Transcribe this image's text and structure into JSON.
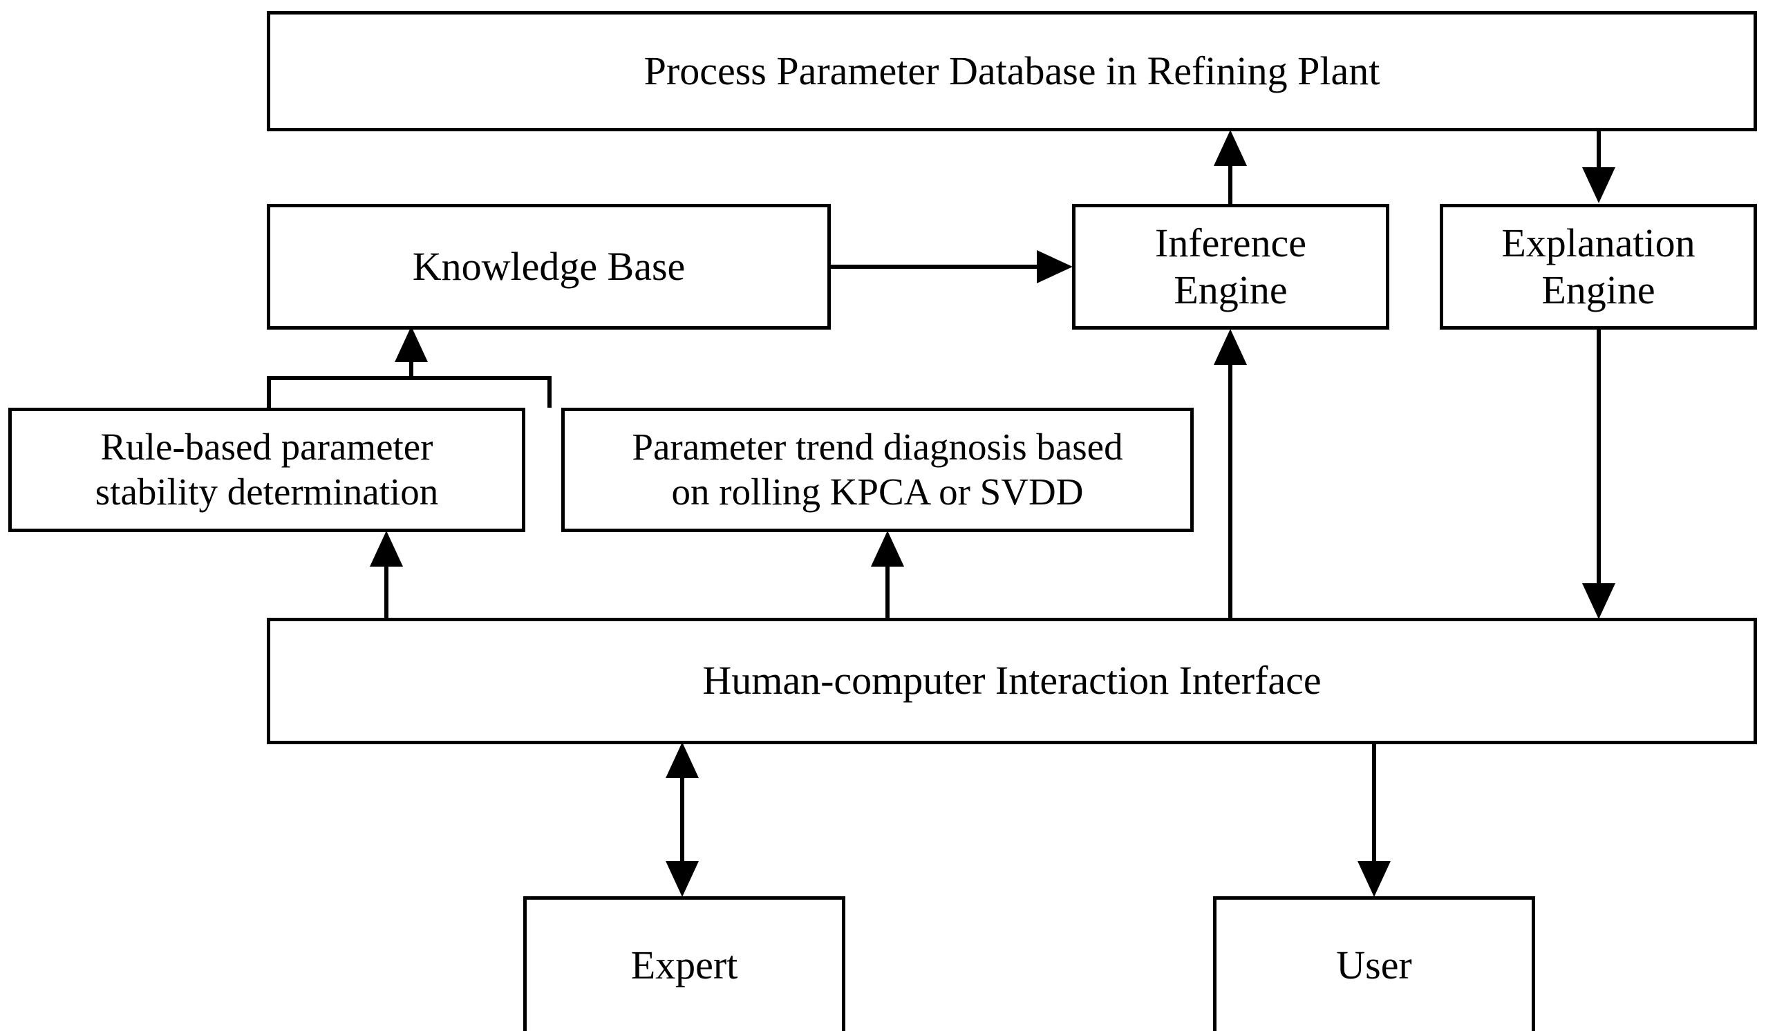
{
  "diagram": {
    "title": "Expert system architecture for refining plant process parameter diagnosis",
    "type": "block-flow-diagram",
    "background_color": "#ffffff",
    "line_color": "#000000",
    "text_color": "#000000",
    "nodes": [
      {
        "id": "database",
        "label": "Process Parameter Database in Refining Plant"
      },
      {
        "id": "knowledge",
        "label": "Knowledge Base"
      },
      {
        "id": "inference",
        "label": "Inference\nEngine"
      },
      {
        "id": "explanation",
        "label": "Explanation\nEngine"
      },
      {
        "id": "rule",
        "label": "Rule-based parameter\nstability determination"
      },
      {
        "id": "trend",
        "label": "Parameter trend diagnosis based\non rolling KPCA or SVDD"
      },
      {
        "id": "hci",
        "label": "Human-computer Interaction Interface"
      },
      {
        "id": "expert",
        "label": "Expert"
      },
      {
        "id": "user",
        "label": "User"
      }
    ],
    "edges": [
      {
        "from": "knowledge",
        "to": "inference",
        "direction": "one-way",
        "orientation": "horizontal"
      },
      {
        "from": "inference",
        "to": "database",
        "direction": "one-way",
        "orientation": "vertical-up"
      },
      {
        "from": "database",
        "to": "explanation",
        "direction": "one-way",
        "orientation": "vertical-down"
      },
      {
        "from": "rule",
        "to": "knowledge",
        "direction": "one-way",
        "orientation": "vertical-up-bracket"
      },
      {
        "from": "trend",
        "to": "knowledge",
        "direction": "one-way",
        "orientation": "vertical-up-bracket"
      },
      {
        "from": "hci",
        "to": "rule",
        "direction": "one-way",
        "orientation": "vertical-up"
      },
      {
        "from": "hci",
        "to": "trend",
        "direction": "one-way",
        "orientation": "vertical-up"
      },
      {
        "from": "hci",
        "to": "inference",
        "direction": "one-way",
        "orientation": "vertical-up"
      },
      {
        "from": "explanation",
        "to": "hci",
        "direction": "one-way",
        "orientation": "vertical-down"
      },
      {
        "from": "hci",
        "to": "expert",
        "direction": "two-way",
        "orientation": "vertical"
      },
      {
        "from": "hci",
        "to": "user",
        "direction": "one-way",
        "orientation": "vertical-down"
      }
    ]
  }
}
